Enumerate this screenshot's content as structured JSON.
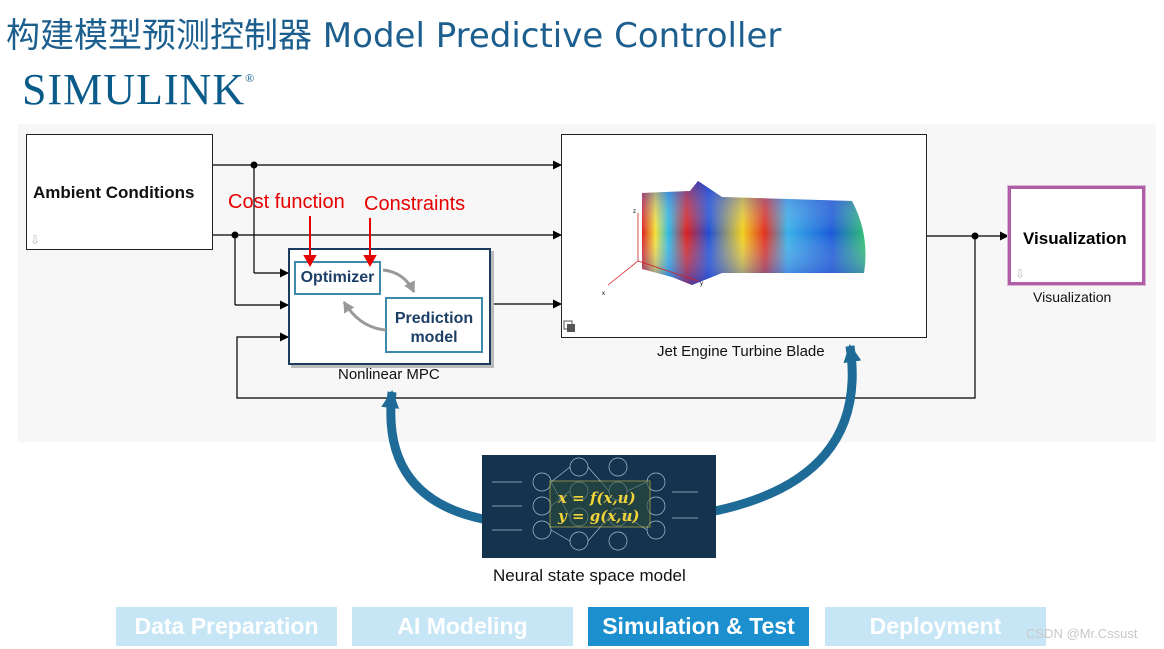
{
  "title": "构建模型预测控制器 Model Predictive Controller",
  "logo": {
    "text": "SIMULINK",
    "mark": "®"
  },
  "blocks": {
    "ambient": "Ambient Conditions",
    "optimizer": "Optimizer",
    "prediction": [
      "Prediction",
      "model"
    ],
    "mpc_caption": "Nonlinear MPC",
    "turbine_caption": "Jet Engine Turbine Blade",
    "visualization": "Visualization",
    "visualization_caption": "Visualization"
  },
  "annotations": {
    "cost_function": "Cost function",
    "constraints": "Constraints"
  },
  "neural": {
    "equation1": "x = f(x,u)",
    "equation2": "y = g(x,u)",
    "caption": "Neural state space model"
  },
  "stages": [
    {
      "label": "Data Preparation",
      "color": "#c6e6f6",
      "active": false
    },
    {
      "label": "AI Modeling",
      "color": "#c6e6f6",
      "active": false
    },
    {
      "label": "Simulation & Test",
      "color": "#1c8fcf",
      "active": true
    },
    {
      "label": "Deployment",
      "color": "#c6e6f6",
      "active": false
    }
  ],
  "watermark": "CSDN @Mr.Cssust",
  "turbine_axes": {
    "x": "x",
    "y": "y",
    "z": "z"
  },
  "icons": [
    "arrow-down-icon",
    "subsystem-icon",
    "curved-arrow-icon"
  ]
}
